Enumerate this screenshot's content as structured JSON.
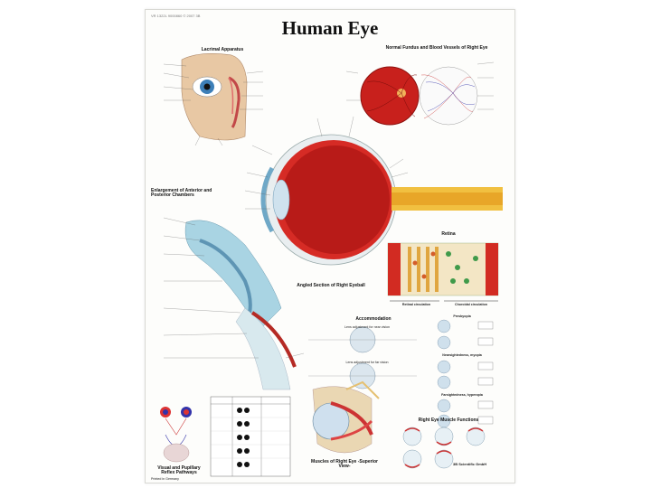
{
  "poster": {
    "code": "VR 1322L 9000860 © 2007 3B",
    "title": "Human Eye",
    "sections": {
      "lacrimal": "Lacrimal Apparatus",
      "fundus": "Normal Fundus and Blood Vessels of Right Eye",
      "enlargement": "Enlargement of Anterior and Posterior Chambers",
      "angled": "Angled Section of Right Eyeball",
      "retina": "Retina",
      "retinal_circ": "Retinal circulation",
      "choroidal_circ": "Choroidal circulation",
      "accommodation": "Accommodation",
      "near_vision": "Lens adjustment for near vision",
      "far_vision": "Lens adjustment for far vision",
      "presbyopia": "Presbyopia",
      "myopia": "Nearsightedness, myopia",
      "hyperopia": "Farsightedness, hyperopia",
      "muscle_functions": "Right Eye Muscle Functions",
      "visual_pathways": "Visual and Pupillary Reflex Pathways",
      "muscles_superior": "Muscles of Right Eye -Superior View-"
    },
    "brand": "3B Scientific GmbH",
    "made_in": "Printed in Germany"
  }
}
